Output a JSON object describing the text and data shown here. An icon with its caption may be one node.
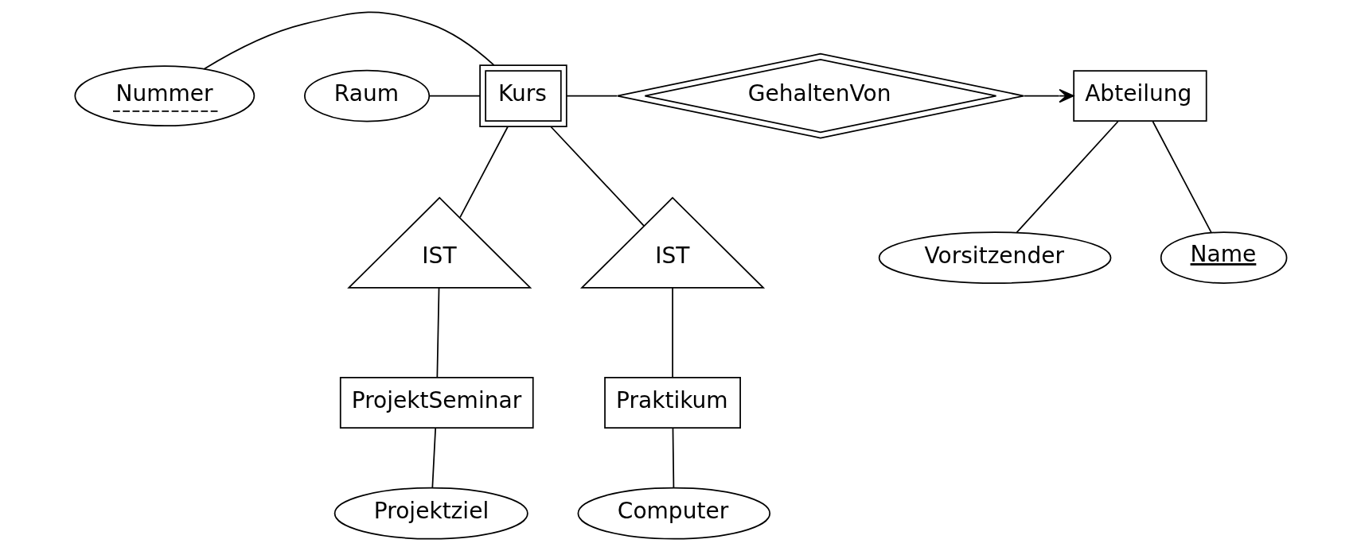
{
  "diagram": {
    "nodes": [
      {
        "text": [
          "Nummer"
        ]
      },
      {
        "text": [
          "Kurs"
        ]
      },
      {
        "text": [
          "GehaltenVon"
        ]
      },
      {
        "text": [
          "Abteilung"
        ]
      },
      {
        "text": [
          "Raum"
        ]
      },
      {
        "text": [
          "Vorsitzender"
        ]
      },
      {
        "text": [
          "Name"
        ]
      },
      {
        "text": [
          "IST"
        ]
      },
      {
        "text": [
          "IST"
        ]
      },
      {
        "text": [
          "ProjektSeminar"
        ]
      },
      {
        "text": [
          "Praktikum"
        ]
      },
      {
        "text": [
          "Projektziel"
        ]
      },
      {
        "text": [
          "Computer"
        ]
      }
    ],
    "edges": [
      {
        "from": 0,
        "to": 1,
        "arrow": "none"
      },
      {
        "from": 4,
        "to": 1,
        "arrow": "none"
      },
      {
        "from": 1,
        "to": 2,
        "arrow": "none"
      },
      {
        "from": 2,
        "to": 3,
        "arrow": "to"
      },
      {
        "from": 3,
        "to": 5,
        "arrow": "none"
      },
      {
        "from": 3,
        "to": 6,
        "arrow": "none"
      },
      {
        "from": 1,
        "to": 7,
        "arrow": "none"
      },
      {
        "from": 1,
        "to": 8,
        "arrow": "none"
      },
      {
        "from": 7,
        "to": 9,
        "arrow": "none"
      },
      {
        "from": 8,
        "to": 10,
        "arrow": "none"
      },
      {
        "from": 9,
        "to": 11,
        "arrow": "none"
      },
      {
        "from": 10,
        "to": 12,
        "arrow": "none"
      }
    ]
  }
}
